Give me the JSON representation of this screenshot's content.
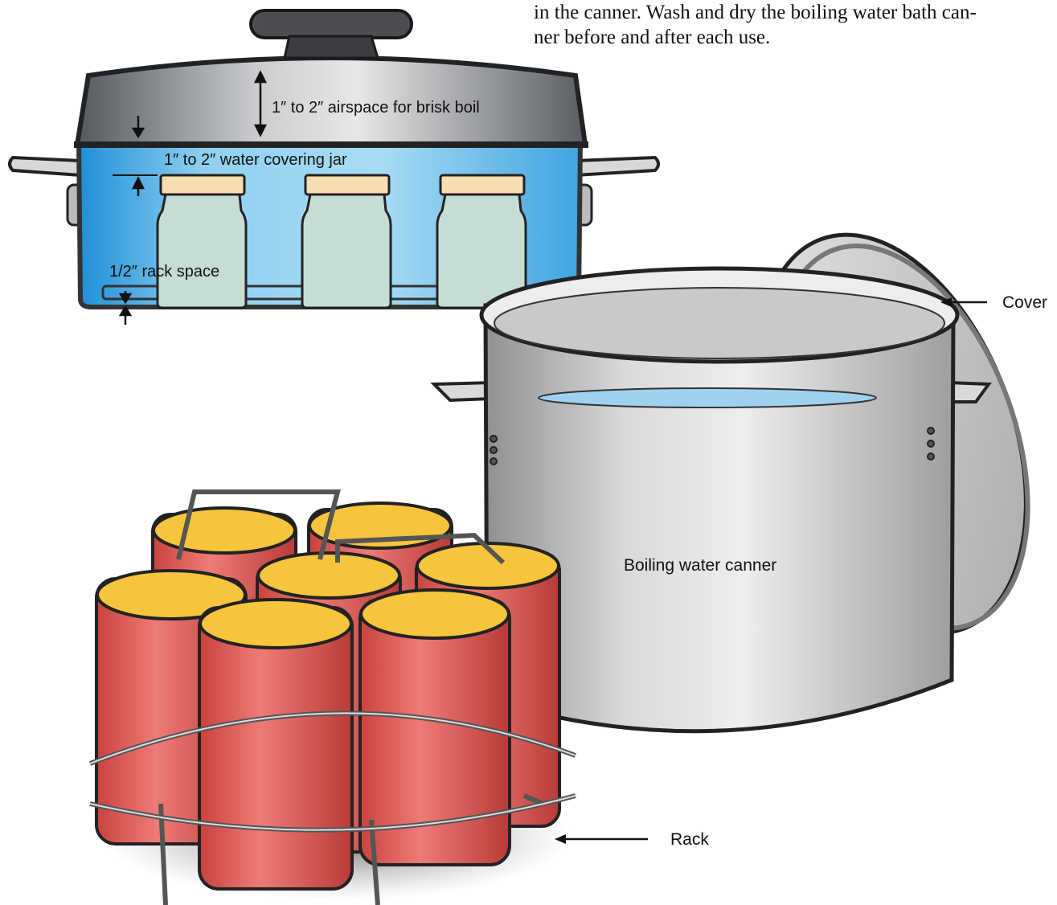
{
  "text_block": {
    "line1": "in the canner. Wash and dry the boiling water bath can-",
    "line2": "ner before and after each use."
  },
  "labels": {
    "airspace": "1″ to  2″ airspace for brisk boil",
    "water_cover": "1″ to  2″ water covering jar",
    "rack_space": "1/2″ rack space",
    "cover": "Cover",
    "canner": "Boiling water canner",
    "rack": "Rack"
  },
  "colors": {
    "water": "#5bb6e6",
    "metal": "#b8b9bb",
    "jar_glass": "#c7ddd3",
    "jar_lid": "#f6deb2",
    "tomato_jar": "#d8504d",
    "lid_yellow": "#f6c53c"
  }
}
